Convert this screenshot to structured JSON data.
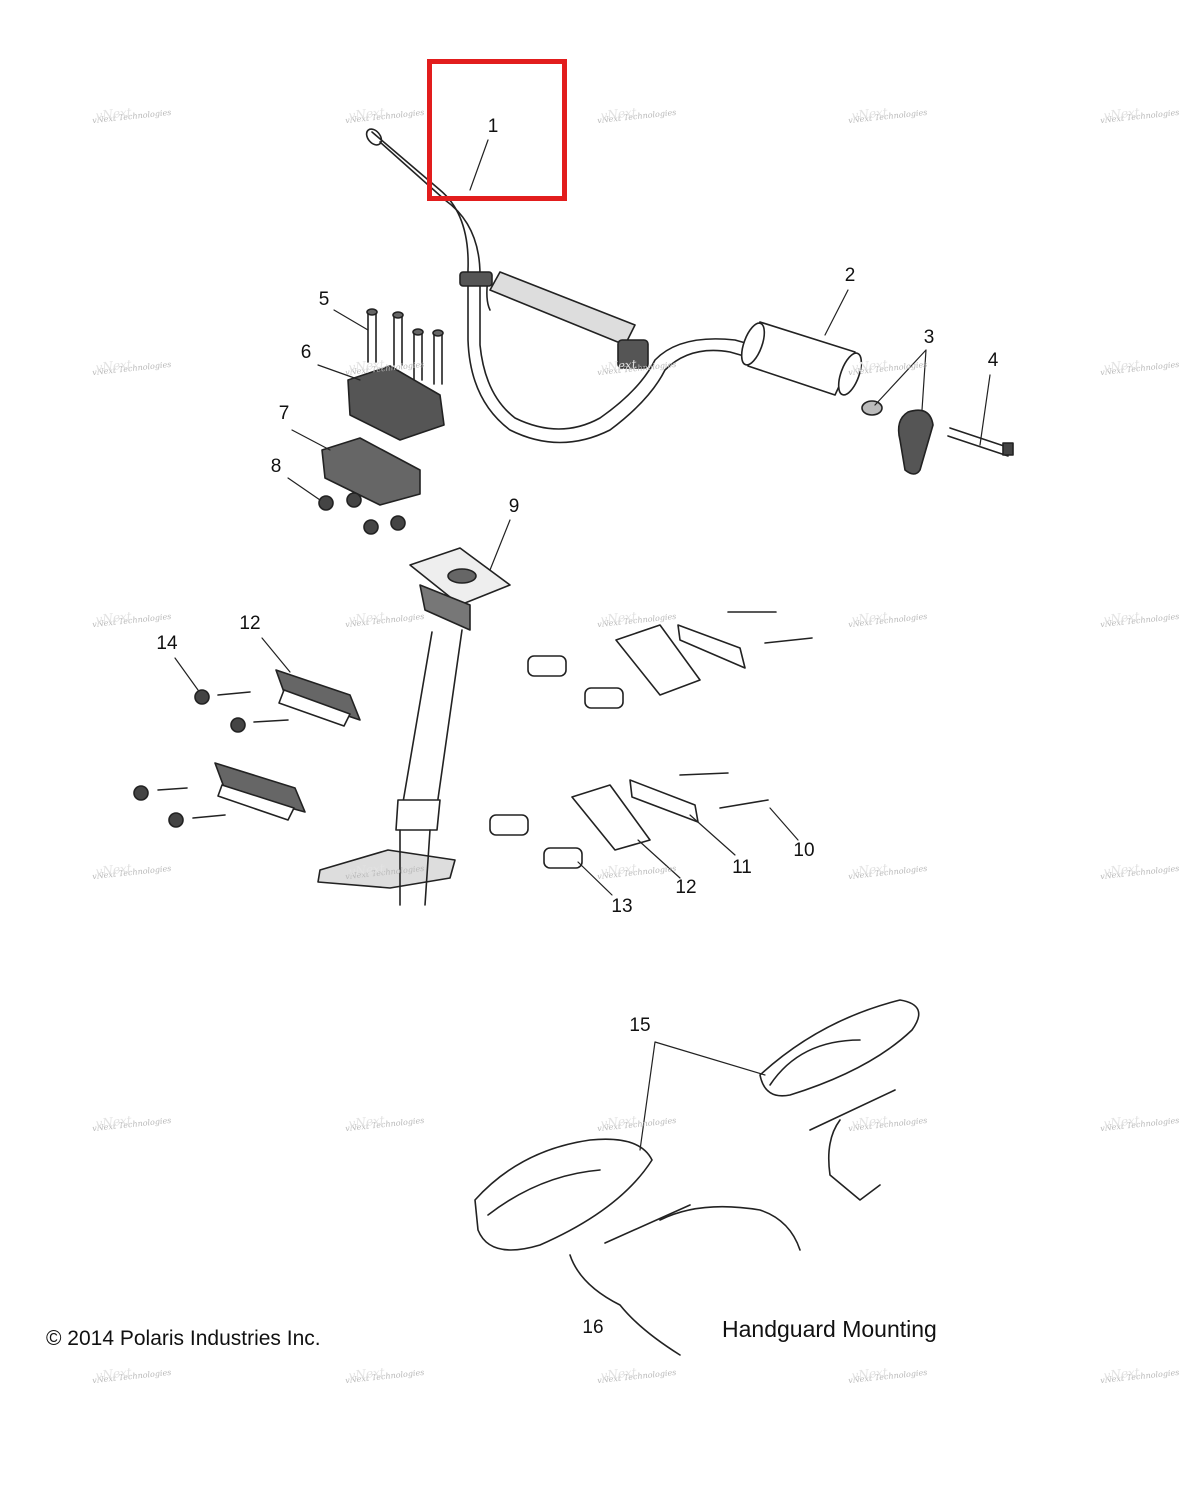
{
  "callouts": [
    "1",
    "2",
    "3",
    "4",
    "5",
    "6",
    "7",
    "8",
    "9",
    "12",
    "14",
    "10",
    "11",
    "12",
    "13",
    "15",
    "16"
  ],
  "copyright": "© 2014 Polaris Industries Inc.",
  "handguard_caption": "Handguard Mounting",
  "watermark_text": "vNext Technologies",
  "highlight_color": "#e21d1d"
}
